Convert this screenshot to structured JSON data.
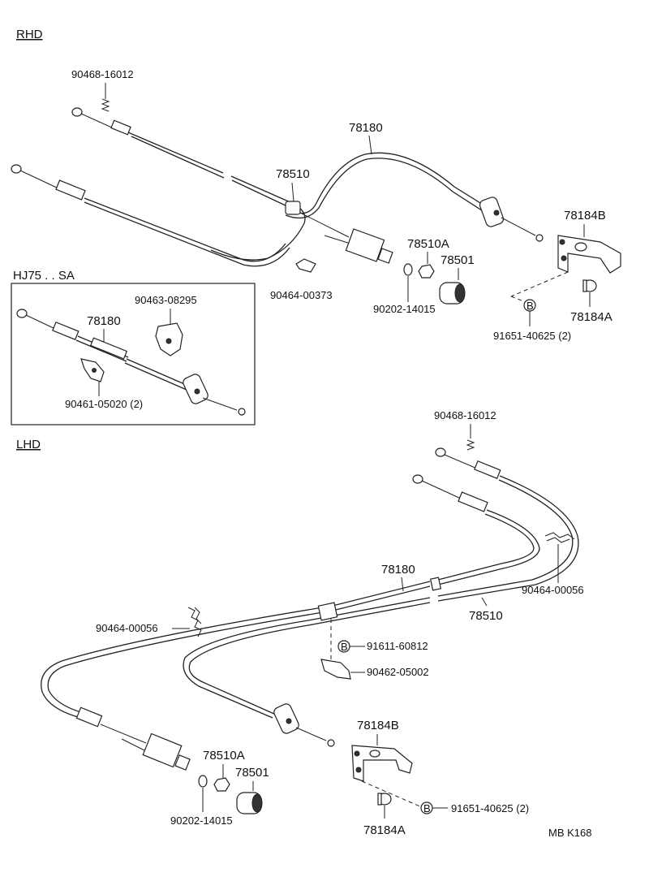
{
  "sections": {
    "rhd": "RHD",
    "lhd": "LHD",
    "hj75": "HJ75 . . SA"
  },
  "rhd": {
    "p_90468_16012": "90468-16012",
    "p_78180": "78180",
    "p_78510": "78510",
    "p_78184b": "78184B",
    "p_78510a": "78510A",
    "p_78501": "78501",
    "p_90464_00373": "90464-00373",
    "p_90202_14015": "90202-14015",
    "p_78184a": "78184A",
    "p_91651_40625": "91651-40625 (2)",
    "bolt_mark": "B"
  },
  "inset": {
    "p_90463_08295": "90463-08295",
    "p_78180": "78180",
    "p_90461_05020": "90461-05020 (2)"
  },
  "lhd": {
    "p_90468_16012": "90468-16012",
    "p_78180": "78180",
    "p_90464_00056_right": "90464-00056",
    "p_78510": "78510",
    "p_90464_00056_left": "90464-00056",
    "p_91611_60812": "91611-60812",
    "p_90462_05002": "90462-05002",
    "p_78184b": "78184B",
    "p_78510a": "78510A",
    "p_78501": "78501",
    "p_90202_14015": "90202-14015",
    "p_78184a": "78184A",
    "p_91651_40625": "91651-40625 (2)",
    "bolt_mark_1": "B",
    "bolt_mark_2": "B"
  },
  "footer": {
    "code": "MB  K168"
  }
}
